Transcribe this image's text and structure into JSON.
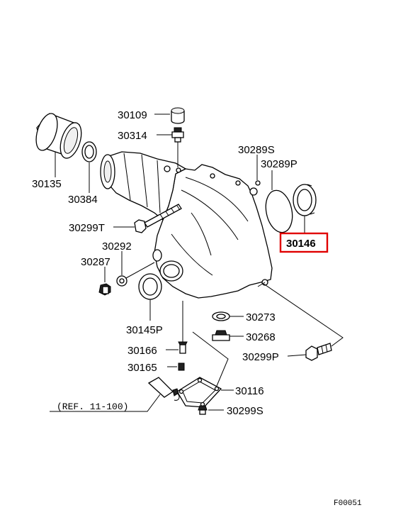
{
  "highlight_color": "#e00000",
  "highlighted_part": "30146",
  "labels": {
    "p30109": "30109",
    "p30314": "30314",
    "p30135": "30135",
    "p30384": "30384",
    "p30289S": "30289S",
    "p30289P": "30289P",
    "p30146": "30146",
    "p30299T": "30299T",
    "p30292": "30292",
    "p30287": "30287",
    "p30145P": "30145P",
    "p30273": "30273",
    "p30268": "30268",
    "p30299P": "30299P",
    "p30166": "30166",
    "p30165": "30165",
    "p30116": "30116",
    "p30299S": "30299S"
  },
  "reference": "(REF. 11-100)",
  "figure_code": "F00051"
}
